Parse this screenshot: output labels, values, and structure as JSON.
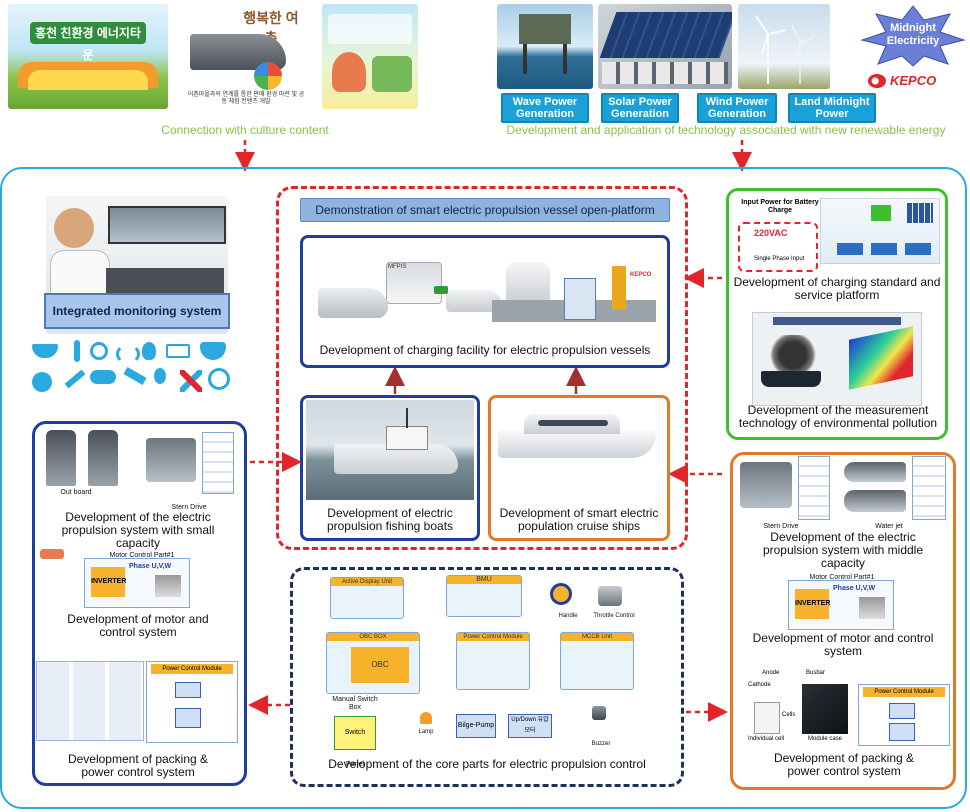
{
  "top": {
    "left_caption": "Connection with culture content",
    "right_caption": "Development and application of technology associated with new renewable energy",
    "poster1_text": "홍천 친환경 에너지타운",
    "poster2_text": "행복한 여촌",
    "poster2_sub": "어촌마을과의 연계를 통한 판매 환경 마련 및 공동 체험 컨텐츠 개발",
    "energy": [
      {
        "label": "Wave Power Generation"
      },
      {
        "label": "Solar Power Generation"
      },
      {
        "label": "Wind Power Generation"
      },
      {
        "label": "Land Midnight Power"
      }
    ],
    "midnight": "Midnight Electricity",
    "kepco": "KEPCO"
  },
  "center": {
    "platform_title": "Demonstration of smart electric propulsion vessel open-platform",
    "charging_facility": "Development of charging facility for electric propulsion vessels",
    "fishing_boats": "Development of electric propulsion fishing boats",
    "cruise_ships": "Development of smart electric population cruise ships",
    "core_parts": "Development of the core parts for electric propulsion control",
    "parts": {
      "active_display": "Active Display Unit",
      "bmu": "BMU",
      "obc_box": "OBC BOX",
      "obc": "OBC",
      "power_control": "Power Control Module",
      "mccb": "MCCB Unit",
      "handle": "Handle",
      "throttle": "Throttle Control",
      "manual_switch": "Manual Switch Box",
      "switch_panel": "Switch Panel",
      "lamp": "Lamp",
      "bilge_pump": "Bilge-Pump",
      "updown": "Up/Down 유압모터",
      "buzzer": "Buzzer",
      "mfpis": "MFPIS",
      "kepco_small": "KEPCO"
    }
  },
  "left": {
    "monitoring": "Integrated monitoring system",
    "outboard": "Out board",
    "stern_drive": "Stern Drive",
    "small_capacity": "Development of the electric propulsion system with small capacity",
    "motor_control_part": "Motor Control Part#1",
    "inverter": "INVERTER",
    "phase": "Phase U,V,W",
    "motor_control": "Development of motor and control system",
    "packing": "Development of packing & power control system",
    "power_control_module": "Power Control Module"
  },
  "right": {
    "input_power": "Input Power for Battery Charge",
    "vac": "220VAC",
    "single_phase": "Single Phase Input",
    "charging_standard": "Development of charging standard and service platform",
    "measurement": "Development of the measurement technology of environmental pollution",
    "stern_drive": "Stern Drive",
    "water_jet": "Water jet",
    "middle_capacity": "Development of the electric propulsion system with middle capacity",
    "motor_control_part": "Motor Control Part#1",
    "inverter": "INVERTER",
    "phase": "Phase U,V,W",
    "motor_control": "Development of motor and control system",
    "packing": "Development of packing & power control system",
    "anode": "Anode",
    "busbar": "Busbar",
    "cathode": "Cathode",
    "cells": "Cells",
    "individual_cell": "Individual cell",
    "module_case": "Module case",
    "power_control_module": "Power Control Module"
  },
  "colors": {
    "outer_border": "#2aa9e0",
    "red_dashed": "#e0262b",
    "navy": "#1f3c9e",
    "orange": "#e07a2a",
    "green": "#3fbf2f",
    "green_text": "#8cc24a",
    "energy_blue": "#1aa2d8"
  }
}
